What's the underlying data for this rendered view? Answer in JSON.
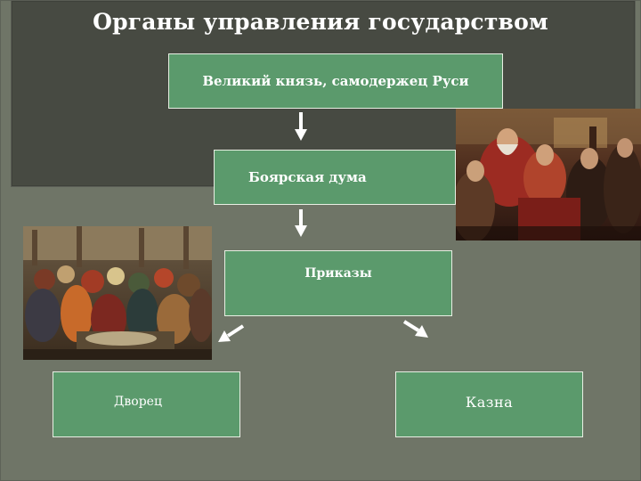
{
  "slide": {
    "title": "Органы управления государством"
  },
  "diagram": {
    "nodes": {
      "grand_prince": "Великий князь, самодержец Руси",
      "boyar_duma": "Боярская дума",
      "prikazy": "Приказы",
      "dvorets": "Дворец",
      "kazna": "Казна"
    },
    "edges": [
      {
        "from": "grand_prince",
        "to": "boyar_duma"
      },
      {
        "from": "boyar_duma",
        "to": "prikazy"
      },
      {
        "from": "prikazy",
        "to": "dvorets"
      },
      {
        "from": "prikazy",
        "to": "kazna"
      }
    ]
  },
  "colors": {
    "background": "#6f7567",
    "title_panel": "#474a42",
    "box_fill": "#5b9a6c",
    "box_border": "#e8efe3",
    "arrow": "#ffffff"
  },
  "illustrations": [
    {
      "name": "painting-boyar-duma"
    },
    {
      "name": "painting-market-crowd"
    }
  ]
}
